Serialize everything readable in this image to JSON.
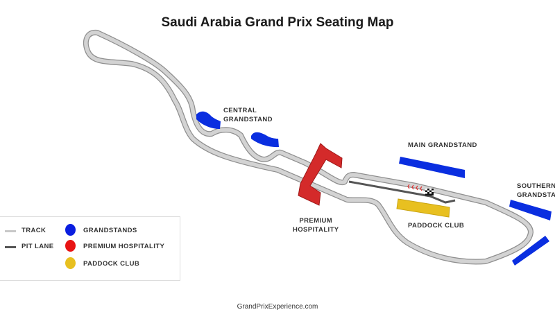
{
  "title": "Saudi Arabia Grand Prix Seating Map",
  "labels": {
    "central_grandstand": [
      "CENTRAL",
      "GRANDSTAND"
    ],
    "main_grandstand": "MAIN GRANDSTAND",
    "southern_grandstand": [
      "SOUTHERN",
      "GRANDSTAND"
    ],
    "premium_hospitality": [
      "PREMIUM",
      "HOSPITALITY"
    ],
    "paddock_club": "PADDOCK CLUB"
  },
  "legend": {
    "track": "TRACK",
    "pit_lane": "PIT LANE",
    "grandstands": "GRANDSTANDS",
    "premium_hospitality": "PREMIUM HOSPITALITY",
    "paddock_club": "PADDOCK CLUB"
  },
  "colors": {
    "track": "#c8c8c8",
    "pit_lane": "#555555",
    "grandstands": "#0a2ee0",
    "premium_hospitality": "#d42a2a",
    "paddock_club": "#e8c020"
  },
  "footer": "GrandPrixExperience.com"
}
